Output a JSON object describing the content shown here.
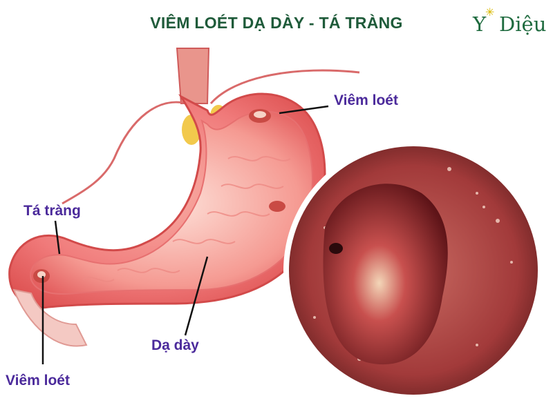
{
  "title": "VIÊM LOÉT DẠ DÀY - TÁ TRÀNG",
  "logo": {
    "first": "Y",
    "rest": "Diệu"
  },
  "labels": {
    "ulcer_top": "Viêm loét",
    "duodenum": "Tá tràng",
    "stomach": "Dạ dày",
    "ulcer_bottom": "Viêm loét"
  },
  "colors": {
    "title": "#1f5b3a",
    "label": "#4b2a9b",
    "stomach_fill": "#f07a7a",
    "stomach_outline": "#d24a4a",
    "fat": "#f2c94c",
    "endoscopy_tissue": "#a23a3a",
    "ulcer_mass": "#7a1e22"
  }
}
